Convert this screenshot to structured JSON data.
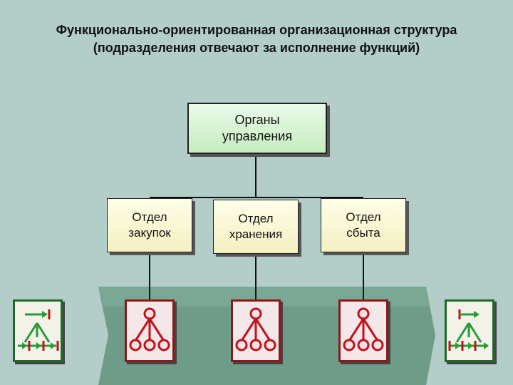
{
  "title": {
    "line1": "Функционально-ориентированная организационная структура",
    "line2": "(подразделения отвечают за исполнение функций)"
  },
  "top_box": {
    "line1": "Органы",
    "line2": "управления"
  },
  "departments": [
    {
      "line1": "Отдел",
      "line2": "закупок"
    },
    {
      "line1": "Отдел",
      "line2": "хранения"
    },
    {
      "line1": "Отдел",
      "line2": "сбыта"
    }
  ],
  "colors": {
    "background": "#b3cdc8",
    "flow_arrow": "#6e9c88",
    "top_box_fill": "#d8f4d3",
    "dept_fill": "#fbf8d3",
    "green_icon": "#2a9a3a",
    "red_icon": "#c0121e",
    "connector": "#111111"
  },
  "icons": {
    "left": "process-flow-green-icon",
    "right": "process-flow-green-icon",
    "departments": "org-hierarchy-red-icon"
  }
}
